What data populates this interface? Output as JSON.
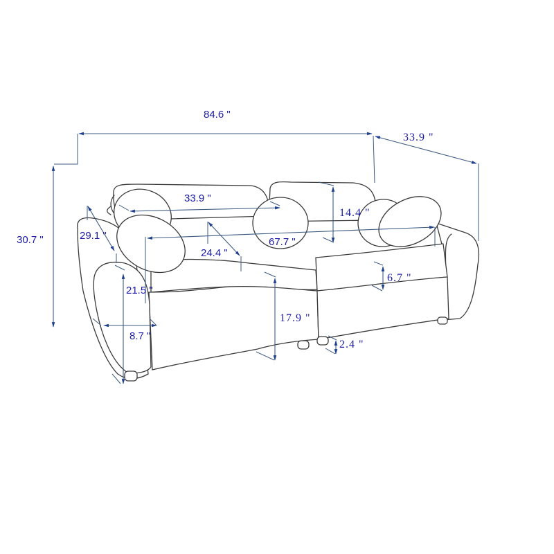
{
  "diagram": {
    "subject": "Two-seat sofa with bolster pillows — dimension drawing",
    "unit_symbol": "\"",
    "line_color": "#3a3a3a",
    "dimension_line_color": "#3d5a80",
    "label_color": "#1a1aa6"
  },
  "dimensions": {
    "overall_width": "84.6 \"",
    "overall_depth": "33.9 \"",
    "overall_height": "30.7 \"",
    "back_cushion_width": "33.9 \"",
    "back_cushion_height": "14.4 \"",
    "arm_depth": "29.1 \"",
    "seat_depth": "24.4 \"",
    "seat_width": "67.7 \"",
    "arm_height": "21.5 \"",
    "seat_height": "17.9 \"",
    "seat_cushion_thickness": "6.7 \"",
    "arm_width": "8.7 \"",
    "leg_height": "2.4 \""
  }
}
